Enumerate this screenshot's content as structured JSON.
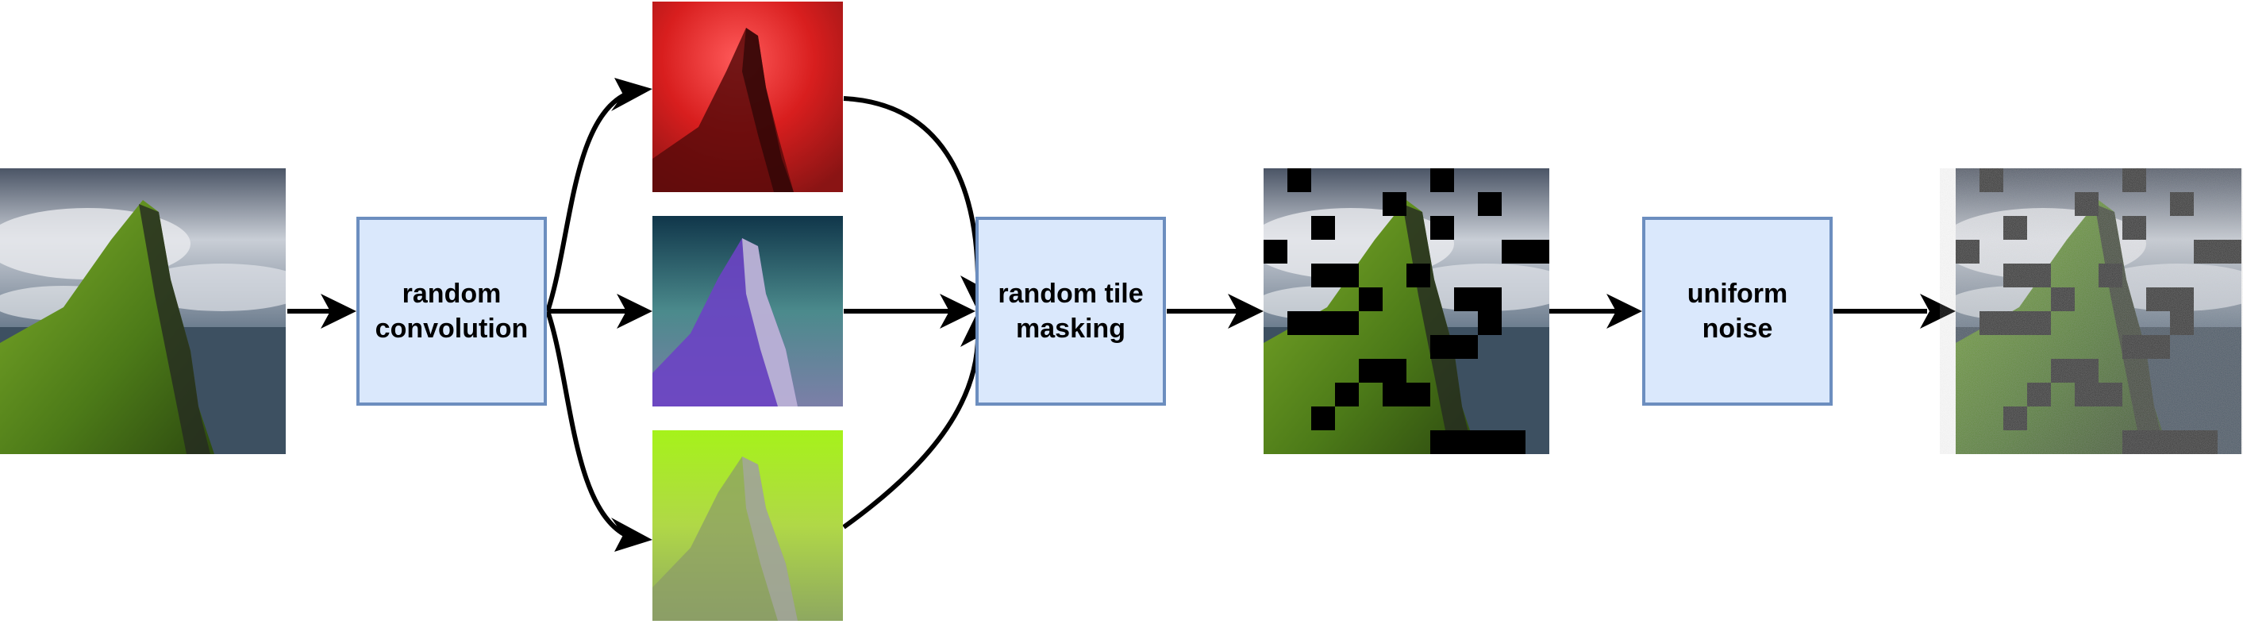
{
  "diagram": {
    "boxes": {
      "random_convolution": "random\nconvolution",
      "random_tile_masking": "random tile\nmasking",
      "uniform_noise": "uniform\nnoise"
    },
    "images": {
      "input": "original-landscape",
      "conv_red": "red-tint-variant",
      "conv_purple": "purple-tint-variant",
      "conv_green": "green-tint-variant",
      "masked": "tile-masked-landscape",
      "noisy": "noise-added-masked-landscape"
    },
    "colors": {
      "box_fill": "#dae8fc",
      "box_border": "#6c8ebf",
      "arrow": "#000000",
      "mask_tile": "#000000"
    }
  }
}
